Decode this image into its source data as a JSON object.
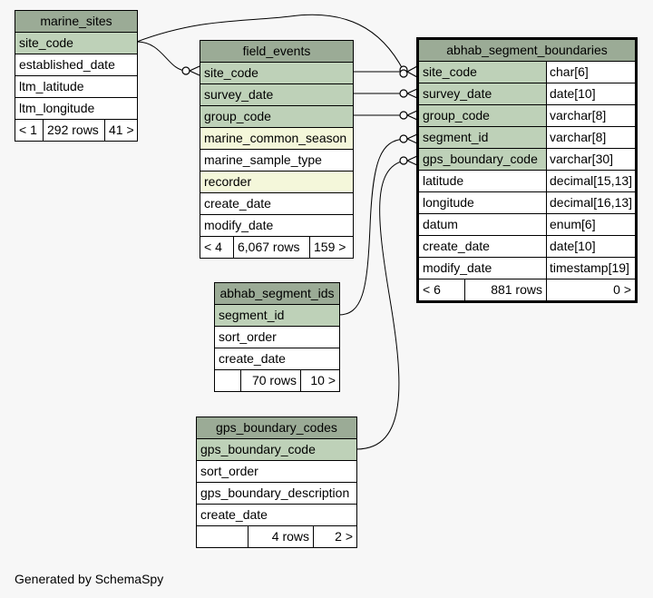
{
  "tables": {
    "marine_sites": {
      "name": "marine_sites",
      "columns": [
        "site_code",
        "established_date",
        "ltm_latitude",
        "ltm_longitude"
      ],
      "footer": {
        "parents": "< 1",
        "rows": "292 rows",
        "children": "41 >"
      }
    },
    "field_events": {
      "name": "field_events",
      "columns": [
        "site_code",
        "survey_date",
        "group_code",
        "marine_common_season",
        "marine_sample_type",
        "recorder",
        "create_date",
        "modify_date"
      ],
      "footer": {
        "parents": "< 4",
        "rows": "6,067 rows",
        "children": "159 >"
      }
    },
    "abhab_segment_boundaries": {
      "name": "abhab_segment_boundaries",
      "columns": [
        {
          "name": "site_code",
          "type": "char[6]"
        },
        {
          "name": "survey_date",
          "type": "date[10]"
        },
        {
          "name": "group_code",
          "type": "varchar[8]"
        },
        {
          "name": "segment_id",
          "type": "varchar[8]"
        },
        {
          "name": "gps_boundary_code",
          "type": "varchar[30]"
        },
        {
          "name": "latitude",
          "type": "decimal[15,13]"
        },
        {
          "name": "longitude",
          "type": "decimal[16,13]"
        },
        {
          "name": "datum",
          "type": "enum[6]"
        },
        {
          "name": "create_date",
          "type": "date[10]"
        },
        {
          "name": "modify_date",
          "type": "timestamp[19]"
        }
      ],
      "footer": {
        "parents": "< 6",
        "rows": "881 rows",
        "children": "0 >"
      }
    },
    "abhab_segment_ids": {
      "name": "abhab_segment_ids",
      "columns": [
        "segment_id",
        "sort_order",
        "create_date"
      ],
      "footer": {
        "parents": "",
        "rows": "70 rows",
        "children": "10 >"
      }
    },
    "gps_boundary_codes": {
      "name": "gps_boundary_codes",
      "columns": [
        "gps_boundary_code",
        "sort_order",
        "gps_boundary_description",
        "create_date"
      ],
      "footer": {
        "parents": "",
        "rows": "4 rows",
        "children": "2 >"
      }
    }
  },
  "colors": {
    "header": "#9bab96",
    "key_row": "#bed1b8",
    "index_row": "#f4f7da",
    "background": "#f7f7f7"
  },
  "footer_text": "Generated by SchemaSpy"
}
